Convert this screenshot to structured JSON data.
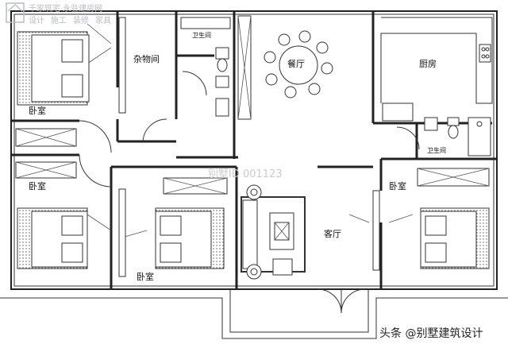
{
  "logo": {
    "company": "千家筑宅 永驻建房网",
    "services": [
      "设计",
      "施工",
      "装修",
      "家具"
    ]
  },
  "rooms": {
    "bedroom_nw": "卧室",
    "storage": "杂物间",
    "bathroom_n": "卫生间",
    "dining": "餐厅",
    "kitchen": "厨房",
    "bedroom_w": "卧室",
    "bedroom_s": "卧室",
    "living": "客厅",
    "bathroom_e": "卫生间",
    "bedroom_e": "卧室"
  },
  "watermark": "别墅ID 001123",
  "credit": "头条 @别墅建筑设计"
}
